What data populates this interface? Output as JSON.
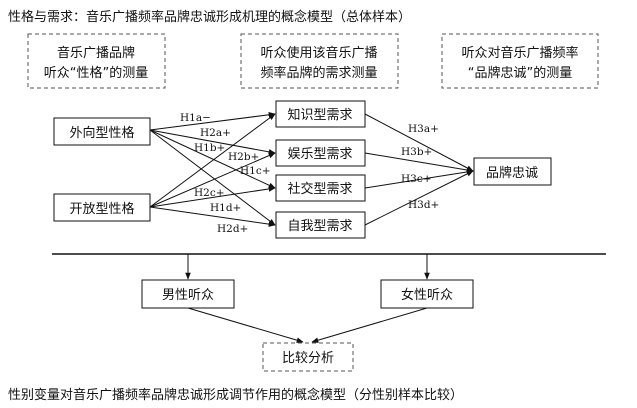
{
  "diagram": {
    "title": "性格与需求：音乐广播频率品牌忠诚形成机理的概念模型（总体样本）",
    "measure_boxes": {
      "personality": [
        "音乐广播品牌",
        "听众“性格”的测量"
      ],
      "needs": [
        "听众使用该音乐广播",
        "频率品牌的需求测量"
      ],
      "loyalty": [
        "听众对音乐广播频率",
        "“品牌忠诚”的测量"
      ]
    },
    "personality_nodes": {
      "extraversion": "外向型性格",
      "openness": "开放型性格"
    },
    "need_nodes": {
      "knowledge": "知识型需求",
      "entertainment": "娱乐型需求",
      "social": "社交型需求",
      "self": "自我型需求"
    },
    "outcome_node": "品牌忠诚",
    "hypothesis_labels": {
      "h1a": "H1a−",
      "h2a": "H2a+",
      "h1b": "H1b+",
      "h2b": "H2b+",
      "h1c": "H1c+",
      "h2c": "H2c+",
      "h1d": "H1d+",
      "h2d": "H2d+",
      "h3a": "H3a+",
      "h3b": "H3b+",
      "h3c": "H3c+",
      "h3d": "H3d+"
    },
    "comparison": {
      "male": "男性听众",
      "female": "女性听众",
      "compare": "比较分析"
    },
    "caption": "性别变量对音乐广播频率品牌忠诚形成调节作用的概念模型（分性别样本比较）"
  }
}
